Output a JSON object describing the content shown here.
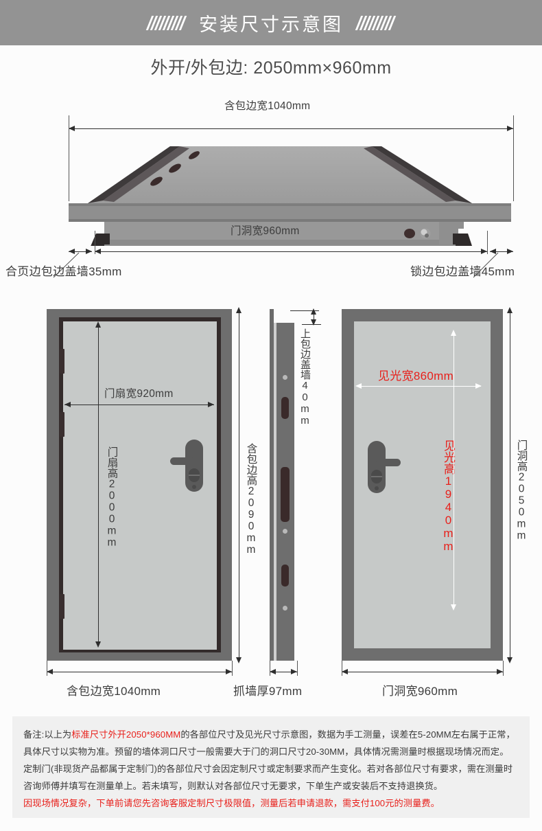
{
  "header": {
    "title": "安装尺寸示意图",
    "hatch_count": 9,
    "background_color": "#939393",
    "text_color": "#ffffff"
  },
  "subtitle": {
    "text": "外开/外包边: 2050mm×960mm"
  },
  "top_view": {
    "name": "门框俯视透视图",
    "dimensions": {
      "overall_width": "含包边宽1040mm",
      "opening_width": "门洞宽960mm",
      "hinge_side_cover": "合页边包边盖墙35mm",
      "lock_side_cover": "锁边包边盖墙45mm"
    }
  },
  "left_view": {
    "name": "门扇正视图",
    "dimensions": {
      "leaf_width": "门扇宽920mm",
      "leaf_height": "门扇高2000mm",
      "frame_height": "含包边高2090mm",
      "frame_width": "含包边宽1040mm"
    }
  },
  "side_view": {
    "name": "门侧剖视图",
    "dimensions": {
      "top_cover": "上包边盖墙40mm",
      "wall_thickness": "抓墙厚97mm"
    }
  },
  "right_view": {
    "name": "门洞见光尺寸图",
    "dimensions": {
      "clear_width": "见光宽860mm",
      "clear_height": "见光高1940mm",
      "opening_height": "门洞高2050mm",
      "opening_width": "门洞宽960mm"
    },
    "highlight_color": "#e8201b"
  },
  "notes": {
    "line1_prefix": "备注:以上为",
    "line1_em": "标准尺寸外开2050*960MM",
    "line1_suffix": "的各部位尺寸及见光尺寸示意图，数据为手工测量，误差在5-20MM左右属于正常，",
    "line2": "具体尺寸以实物为准。预留的墙体洞口尺寸一般需要大于门的洞口尺寸20-30MM，具体情况需测量时根据现场情况而定。",
    "line3": "定制门(非现货产品都属于定制门)的各部位尺寸会因定制尺寸或定制要求而产生变化。若对各部位尺寸有要求，需在测量时",
    "line4": "咨询师傅并填写在测量单上。若未填写，则默认对各部位尺寸无要求，下单生产或安装后不支持退换货。",
    "line5": "因现场情况复杂，下单前请您先咨询客服定制尺寸极限值，测量后若申请退款，需支付100元的测量费。"
  }
}
